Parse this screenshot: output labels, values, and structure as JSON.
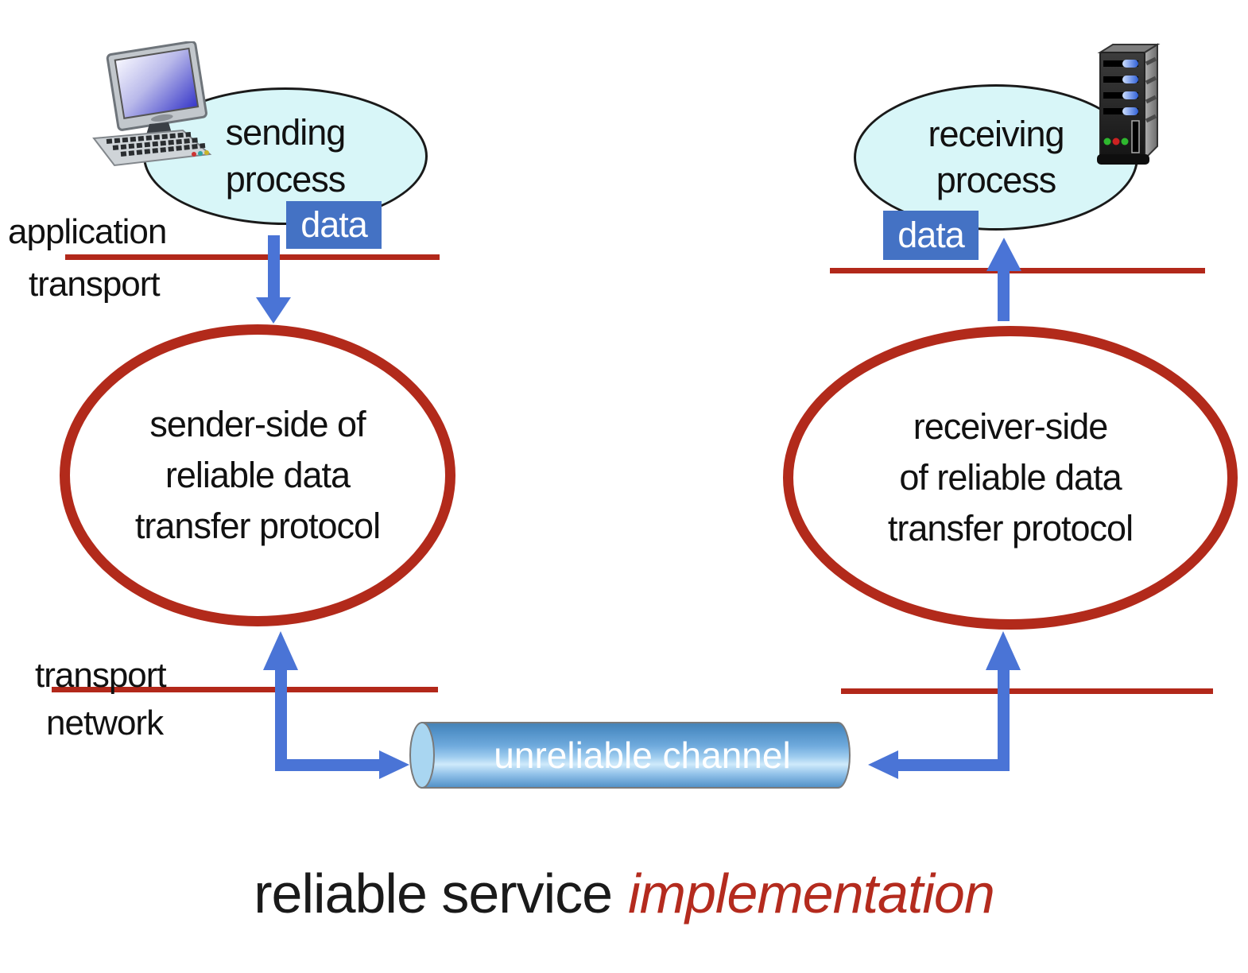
{
  "colors": {
    "line_red": "#b2281a",
    "ellipse_red": "#b22a1b",
    "blue_box": "#4472c4",
    "arrow_blue": "#4a74d6",
    "process_fill": "#d8f6f8",
    "caption_red": "#b42b1e",
    "text_black": "#111111"
  },
  "sender": {
    "process_line1": "sending",
    "process_line2": "process",
    "data_label": "data",
    "layer_app": "application",
    "layer_transport_top": "transport",
    "protocol_line1": "sender-side of",
    "protocol_line2": "reliable data",
    "protocol_line3": "transfer protocol",
    "layer_transport_bottom": "transport",
    "layer_network": "network"
  },
  "receiver": {
    "process_line1": "receiving",
    "process_line2": "process",
    "data_label": "data",
    "protocol_line1": "receiver-side",
    "protocol_line2": "of reliable data",
    "protocol_line3": "transfer protocol"
  },
  "channel": {
    "label": "unreliable channel"
  },
  "caption": {
    "black": "reliable service",
    "red": "implementation"
  }
}
